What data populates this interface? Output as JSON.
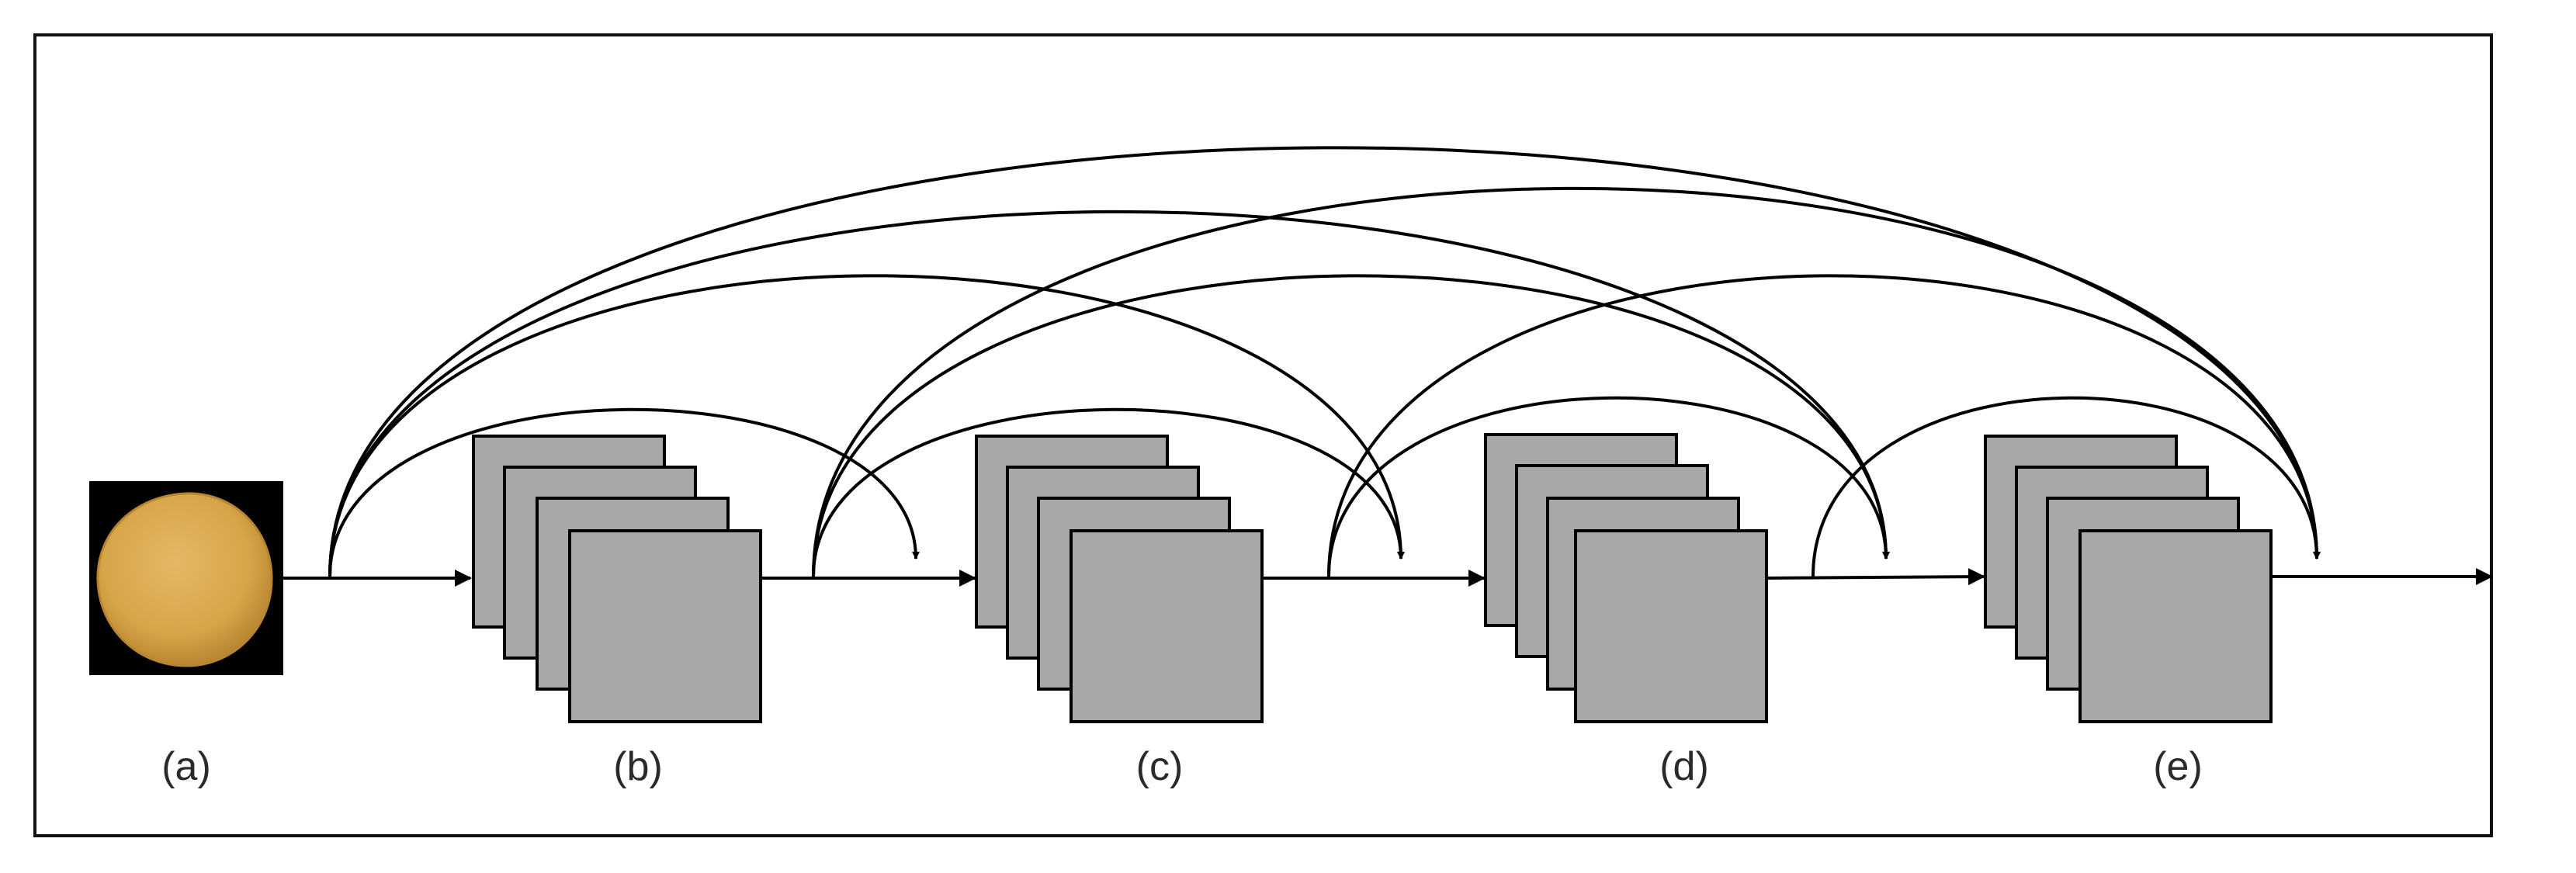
{
  "labels": {
    "input": "(a)",
    "stage1": "(b)",
    "stage2": "(c)",
    "stage3": "(d)",
    "stage4": "(e)"
  },
  "colors": {
    "frame": "#111111",
    "feature_map": "#aaa8a6",
    "arrow": "#000000",
    "input_background": "#000000",
    "potato_fill": "#d9a94b",
    "potato_edge": "#b88530"
  },
  "icons": {
    "input_image": "potato-photo",
    "feature_maps": "stacked-square-feature-maps"
  }
}
